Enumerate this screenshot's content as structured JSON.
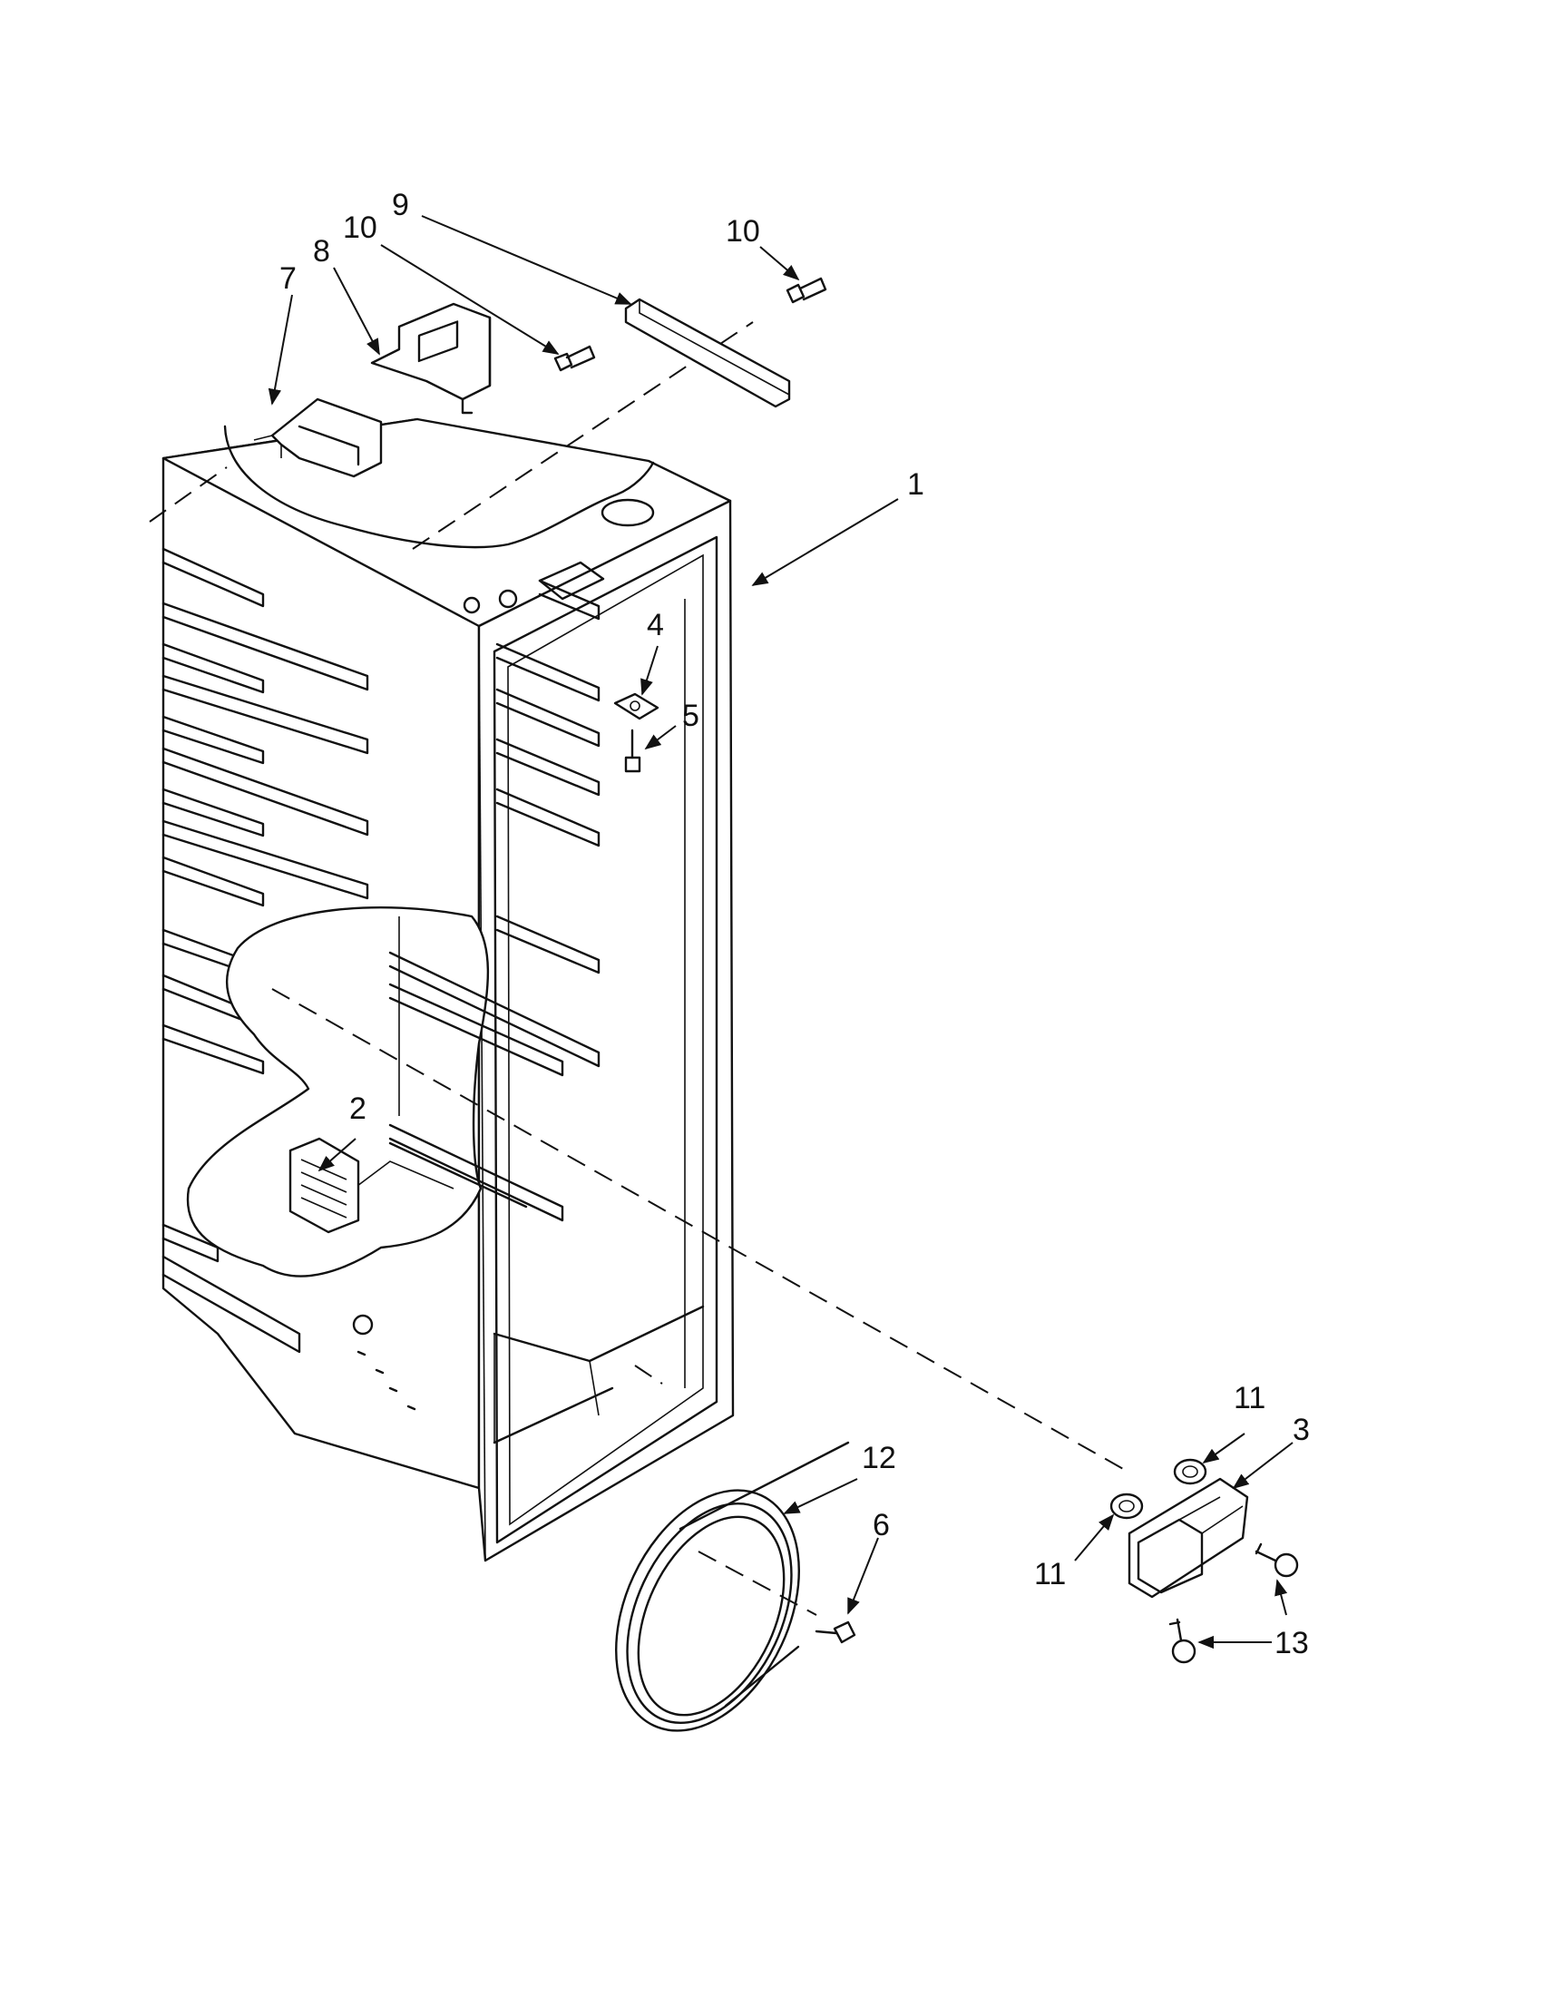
{
  "callouts": [
    {
      "id": "c1",
      "label": "1"
    },
    {
      "id": "c2",
      "label": "2"
    },
    {
      "id": "c3",
      "label": "3"
    },
    {
      "id": "c4",
      "label": "4"
    },
    {
      "id": "c5",
      "label": "5"
    },
    {
      "id": "c6",
      "label": "6"
    },
    {
      "id": "c7",
      "label": "7"
    },
    {
      "id": "c8",
      "label": "8"
    },
    {
      "id": "c9",
      "label": "9"
    },
    {
      "id": "c10a",
      "label": "10"
    },
    {
      "id": "c10b",
      "label": "10"
    },
    {
      "id": "c11a",
      "label": "11"
    },
    {
      "id": "c11b",
      "label": "11"
    },
    {
      "id": "c12",
      "label": "12"
    },
    {
      "id": "c13",
      "label": "13"
    }
  ]
}
